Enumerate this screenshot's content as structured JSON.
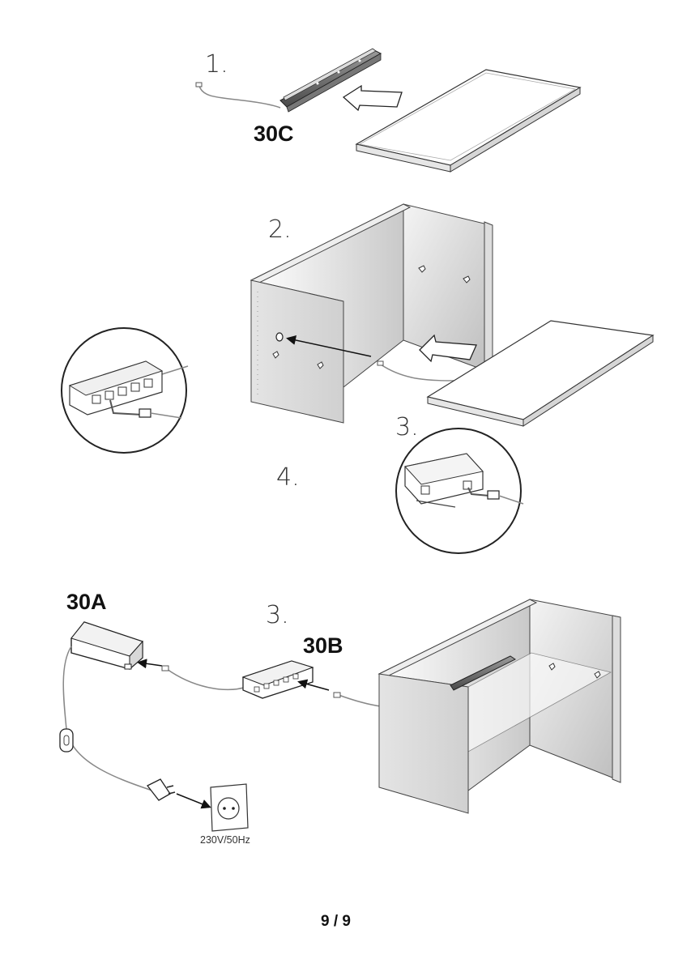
{
  "steps": {
    "step1": "1.",
    "step2": "2.",
    "step3_upper": "3.",
    "step4": "4.",
    "step3_lower": "3."
  },
  "parts": {
    "led_strip": "30C",
    "power_adapter": "30A",
    "distributor": "30B"
  },
  "power": {
    "voltage": "230V/50Hz"
  },
  "footer": {
    "page_number": "9 / 9"
  }
}
